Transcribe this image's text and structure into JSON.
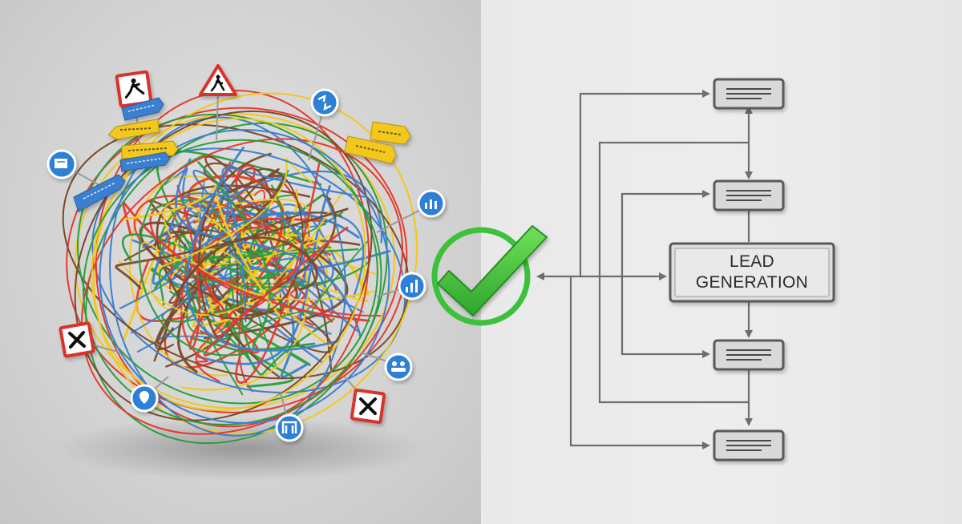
{
  "diagram": {
    "left": {
      "label": "",
      "wire_colors": [
        "#e63a2e",
        "#f2c81c",
        "#2a9e3d",
        "#3b7fd0",
        "#7a4a2a"
      ],
      "signs": [
        {
          "kind": "warning",
          "icon": "person-crossing-icon"
        },
        {
          "kind": "warning",
          "icon": "person-walking-icon"
        },
        {
          "kind": "warning",
          "icon": "x-cross-icon"
        },
        {
          "kind": "warning",
          "icon": "x-cross-icon"
        },
        {
          "kind": "circle",
          "icon": "document-icon"
        },
        {
          "kind": "circle",
          "icon": "arrows-icon"
        },
        {
          "kind": "circle",
          "icon": "chart-icon"
        },
        {
          "kind": "circle",
          "icon": "chart-icon"
        },
        {
          "kind": "circle",
          "icon": "people-icon"
        },
        {
          "kind": "circle",
          "icon": "pin-icon"
        },
        {
          "kind": "circle",
          "icon": "building-icon"
        },
        {
          "kind": "arrow",
          "color": "#f2c81c"
        },
        {
          "kind": "arrow",
          "color": "#3b7fd0"
        }
      ]
    },
    "transition": {
      "icon": "check-icon",
      "color": "#3cc23a"
    },
    "right": {
      "main_node": {
        "line1": "LEAD",
        "line2": "GENERATION"
      },
      "nodes": [
        {
          "id": "node-1",
          "icon": "document-lines-icon"
        },
        {
          "id": "node-2",
          "icon": "document-lines-icon"
        },
        {
          "id": "node-3",
          "icon": "document-lines-icon"
        },
        {
          "id": "node-4",
          "icon": "document-lines-icon"
        }
      ],
      "line_color": "#6e6e6e",
      "node_fill": "#d9d9d9"
    }
  }
}
